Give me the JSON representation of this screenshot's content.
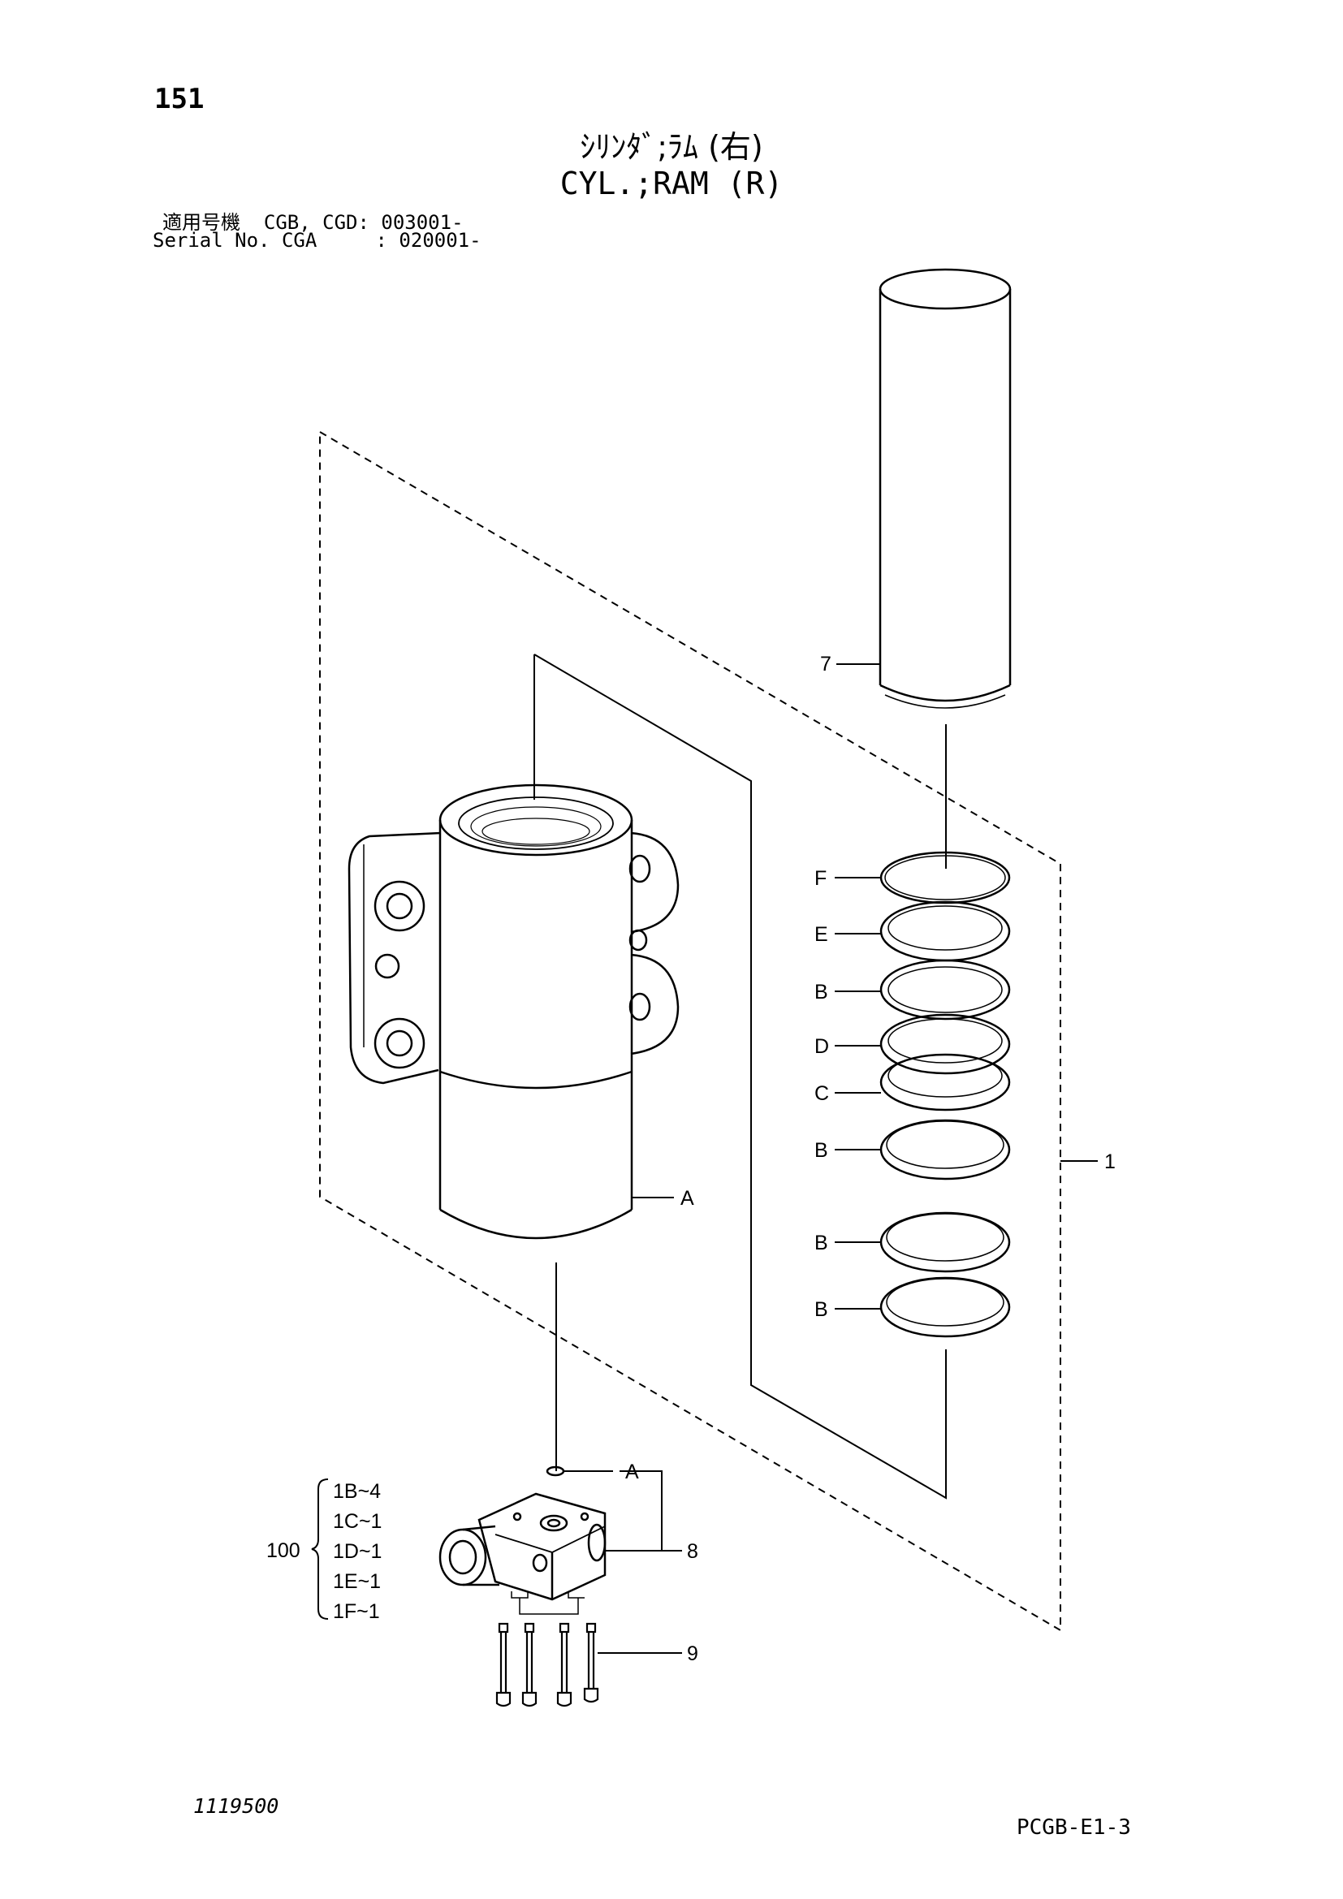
{
  "header": {
    "page_number": "151",
    "title_jp": "ｼﾘﾝﾀﾞ;ﾗﾑ (右)",
    "title_en": "CYL.;RAM (R)",
    "serial_line_1": "適用号機  CGB, CGD: 003001-",
    "serial_line_2": "Serial No. CGA     : 020001-"
  },
  "callouts": {
    "seven": "7",
    "f": "F",
    "e": "E",
    "b1": "B",
    "d": "D",
    "c": "C",
    "b2": "B",
    "b3": "B",
    "b4": "B",
    "one": "1",
    "a_main": "A",
    "a_small": "A",
    "eight": "8",
    "nine": "9",
    "hundred": "100"
  },
  "kit_list": [
    "1B~4",
    "1C~1",
    "1D~1",
    "1E~1",
    "1F~1"
  ],
  "footer": {
    "drawing_number": "1119500",
    "page_code": "PCGB-E1-3"
  }
}
